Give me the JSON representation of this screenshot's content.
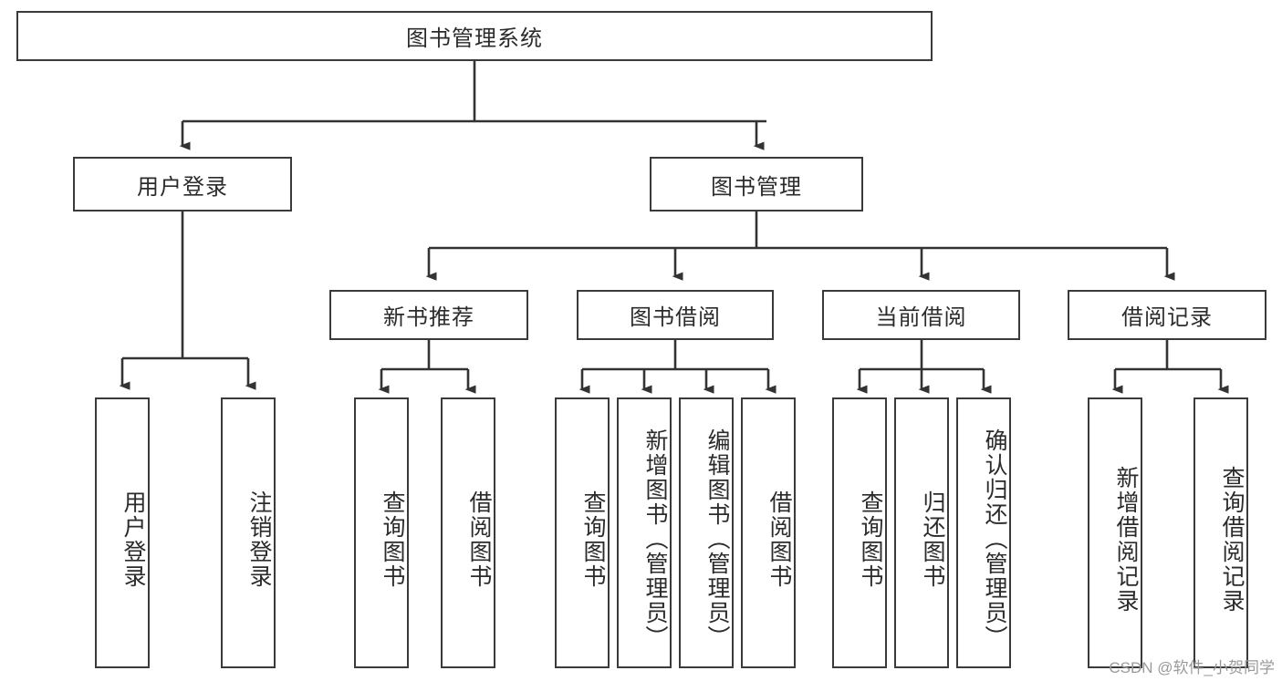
{
  "diagram": {
    "title": "图书管理系统",
    "type": "tree-hierarchy-diagram",
    "watermark": "CSDN @软件_小贺同学",
    "colors": {
      "box_border": "#3a3a3a",
      "box_fill": "#ffffff",
      "edge": "#333333",
      "text": "#2b2b2b",
      "watermark": "#9a9a9a",
      "background": "#ffffff"
    },
    "nodes": {
      "root": {
        "label": "图书管理系统"
      },
      "level1": [
        {
          "id": "user-login",
          "label": "用户登录"
        },
        {
          "id": "book-manage",
          "label": "图书管理"
        }
      ],
      "level2": [
        {
          "id": "new-book-recommend",
          "label": "新书推荐"
        },
        {
          "id": "book-borrow",
          "label": "图书借阅"
        },
        {
          "id": "current-borrow",
          "label": "当前借阅"
        },
        {
          "id": "borrow-record",
          "label": "借阅记录"
        }
      ],
      "leaves": {
        "user_login": [
          {
            "id": "leaf-user-login",
            "label": "用户登录"
          },
          {
            "id": "leaf-logout-login",
            "label": "注销登录"
          }
        ],
        "new_book_recommend": [
          {
            "id": "leaf-query-book-1",
            "label": "查询图书"
          },
          {
            "id": "leaf-borrow-book-1",
            "label": "借阅图书"
          }
        ],
        "book_borrow": [
          {
            "id": "leaf-query-book-2",
            "label": "查询图书"
          },
          {
            "id": "leaf-add-book",
            "label": "新增图书（管理员）"
          },
          {
            "id": "leaf-edit-book",
            "label": "编辑图书（管理员）"
          },
          {
            "id": "leaf-borrow-book-2",
            "label": "借阅图书"
          }
        ],
        "current_borrow": [
          {
            "id": "leaf-query-book-3",
            "label": "查询图书"
          },
          {
            "id": "leaf-return-book",
            "label": "归还图书"
          },
          {
            "id": "leaf-confirm-return",
            "label": "确认归还（管理员）"
          }
        ],
        "borrow_record": [
          {
            "id": "leaf-add-record",
            "label": "新增借阅记录"
          },
          {
            "id": "leaf-query-record",
            "label": "查询借阅记录"
          }
        ]
      }
    }
  }
}
